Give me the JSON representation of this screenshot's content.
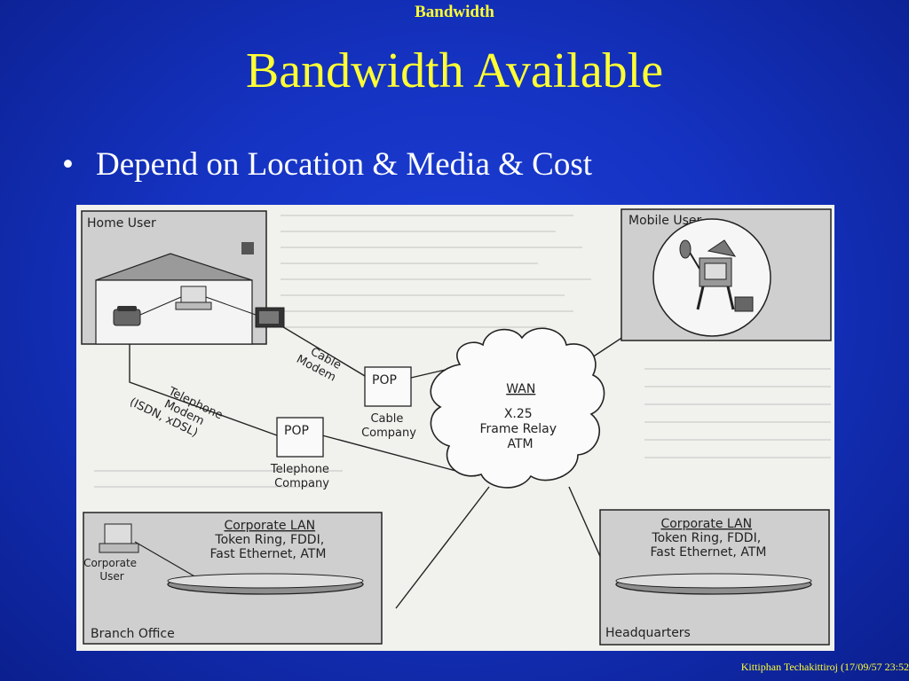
{
  "slide": {
    "header": "Bandwidth",
    "title": "Bandwidth Available",
    "bullets": [
      "Depend on Location & Media & Cost"
    ],
    "footer": "Kittiphan Techakittiroj (17/09/57 23:52"
  },
  "diagram": {
    "home_user": "Home User",
    "mobile_user": "Mobile User",
    "cable_modem": [
      "Cable",
      "Modem"
    ],
    "telephone_modem": [
      "Telephone",
      "Modem",
      "(ISDN, xDSL)"
    ],
    "pop_cable": "POP",
    "cable_company": [
      "Cable",
      "Company"
    ],
    "pop_telephone": "POP",
    "telephone_company": [
      "Telephone",
      "Company"
    ],
    "wan": [
      "WAN",
      "X.25",
      "Frame Relay",
      "ATM"
    ],
    "branch_lan": [
      "Corporate LAN",
      "Token Ring, FDDI,",
      "Fast Ethernet, ATM"
    ],
    "corporate_user": [
      "Corporate",
      "User"
    ],
    "branch_office": "Branch Office",
    "hq_lan": [
      "Corporate LAN",
      "Token Ring, FDDI,",
      "Fast Ethernet, ATM"
    ],
    "headquarters": "Headquarters"
  }
}
